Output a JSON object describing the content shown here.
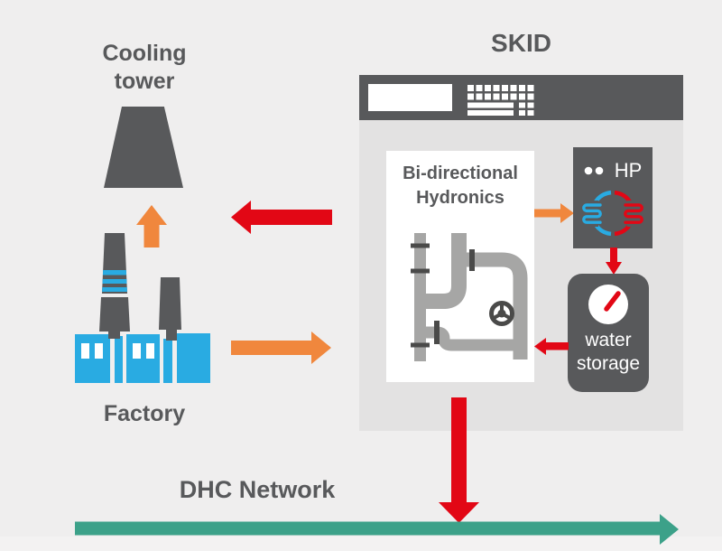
{
  "labels": {
    "skid": "SKID",
    "cooling_tower": "Cooling\ntower",
    "factory": "Factory",
    "hydronics": "Bi-directional\nHydronics",
    "hp": "HP",
    "water_storage": "water\nstorage",
    "dhc_network": "DHC Network"
  },
  "colors": {
    "bg": "#EFEEEE",
    "panel": "#E3E2E2",
    "dark": "#58595B",
    "blue": "#29ABE2",
    "orange": "#F0873D",
    "red": "#E20715",
    "teal": "#3CA189",
    "pipe": "#A6A6A5",
    "pipe_dark": "#4A4A49",
    "white": "#FFFFFF"
  },
  "flows": [
    {
      "from": "factory",
      "to": "cooling-tower",
      "color": "orange",
      "direction": "up"
    },
    {
      "from": "skid",
      "to": "factory",
      "color": "red",
      "direction": "left"
    },
    {
      "from": "factory",
      "to": "skid",
      "color": "orange",
      "direction": "right"
    },
    {
      "from": "bi-directional-hydronics",
      "to": "hp",
      "color": "orange",
      "direction": "right"
    },
    {
      "from": "hp",
      "to": "water-storage",
      "color": "red",
      "direction": "down"
    },
    {
      "from": "water-storage",
      "to": "bi-directional-hydronics",
      "color": "red",
      "direction": "left"
    },
    {
      "from": "skid",
      "to": "dhc-network",
      "color": "red",
      "direction": "down"
    },
    {
      "name": "dhc-network-line",
      "color": "teal",
      "direction": "right"
    }
  ]
}
